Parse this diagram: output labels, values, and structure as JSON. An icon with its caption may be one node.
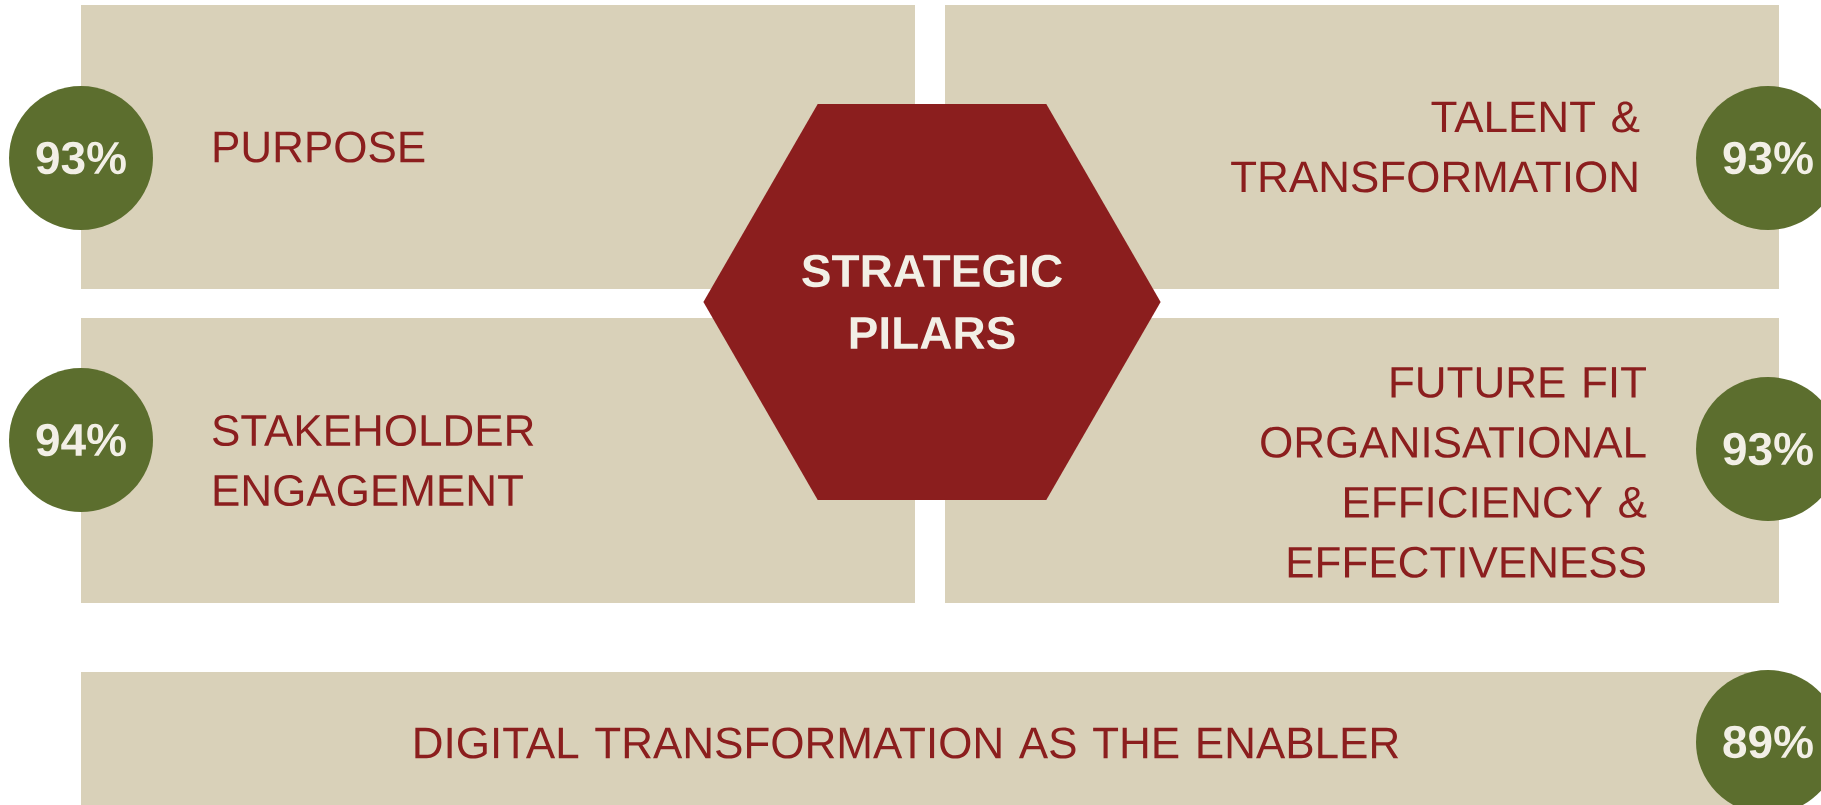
{
  "diagram": {
    "nodes": [
      {
        "text": [
          "PURPOSE"
        ]
      },
      {
        "text": [
          "93%"
        ]
      },
      {
        "text": [
          "TALENT & TRANSFORMATION"
        ]
      },
      {
        "text": [
          "93%"
        ]
      },
      {
        "text": [
          "STRATEGIC PILARS"
        ]
      },
      {
        "text": [
          "STAKEHOLDER ENGAGEMENT"
        ]
      },
      {
        "text": [
          "94%"
        ]
      },
      {
        "text": [
          "FUTURE FIT ORGANISATIONAL EFFICIENCY & EFFECTIVENESS"
        ]
      },
      {
        "text": [
          "93%"
        ]
      },
      {
        "text": [
          "DIGITAL TRANSFORMATION AS THE ENABLER"
        ]
      },
      {
        "text": [
          "89%"
        ]
      }
    ],
    "edges": []
  }
}
